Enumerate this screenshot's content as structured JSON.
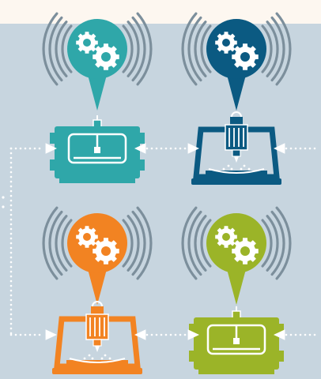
{
  "colors": {
    "top_band": "#fdf7f0",
    "background": "#c7d5df",
    "waves": "#7c8f9c",
    "connector": "#ffffff",
    "teal": "#2fa7a9",
    "navy": "#0b5a82",
    "orange": "#f28322",
    "lime": "#9bb428"
  },
  "machines": [
    {
      "id": "cnc-machine-teal",
      "color": "teal",
      "variant": "router"
    },
    {
      "id": "cnc-machine-navy",
      "color": "navy",
      "variant": "mill"
    },
    {
      "id": "cnc-machine-orange",
      "color": "orange",
      "variant": "mill"
    },
    {
      "id": "cnc-machine-lime",
      "color": "lime",
      "variant": "router"
    }
  ],
  "icons": {
    "speech_bubble": "gear-speech-bubble-icon",
    "gear": "gear-icon",
    "signal": "signal-waves-icon",
    "arrow": "arrow-right-icon"
  }
}
